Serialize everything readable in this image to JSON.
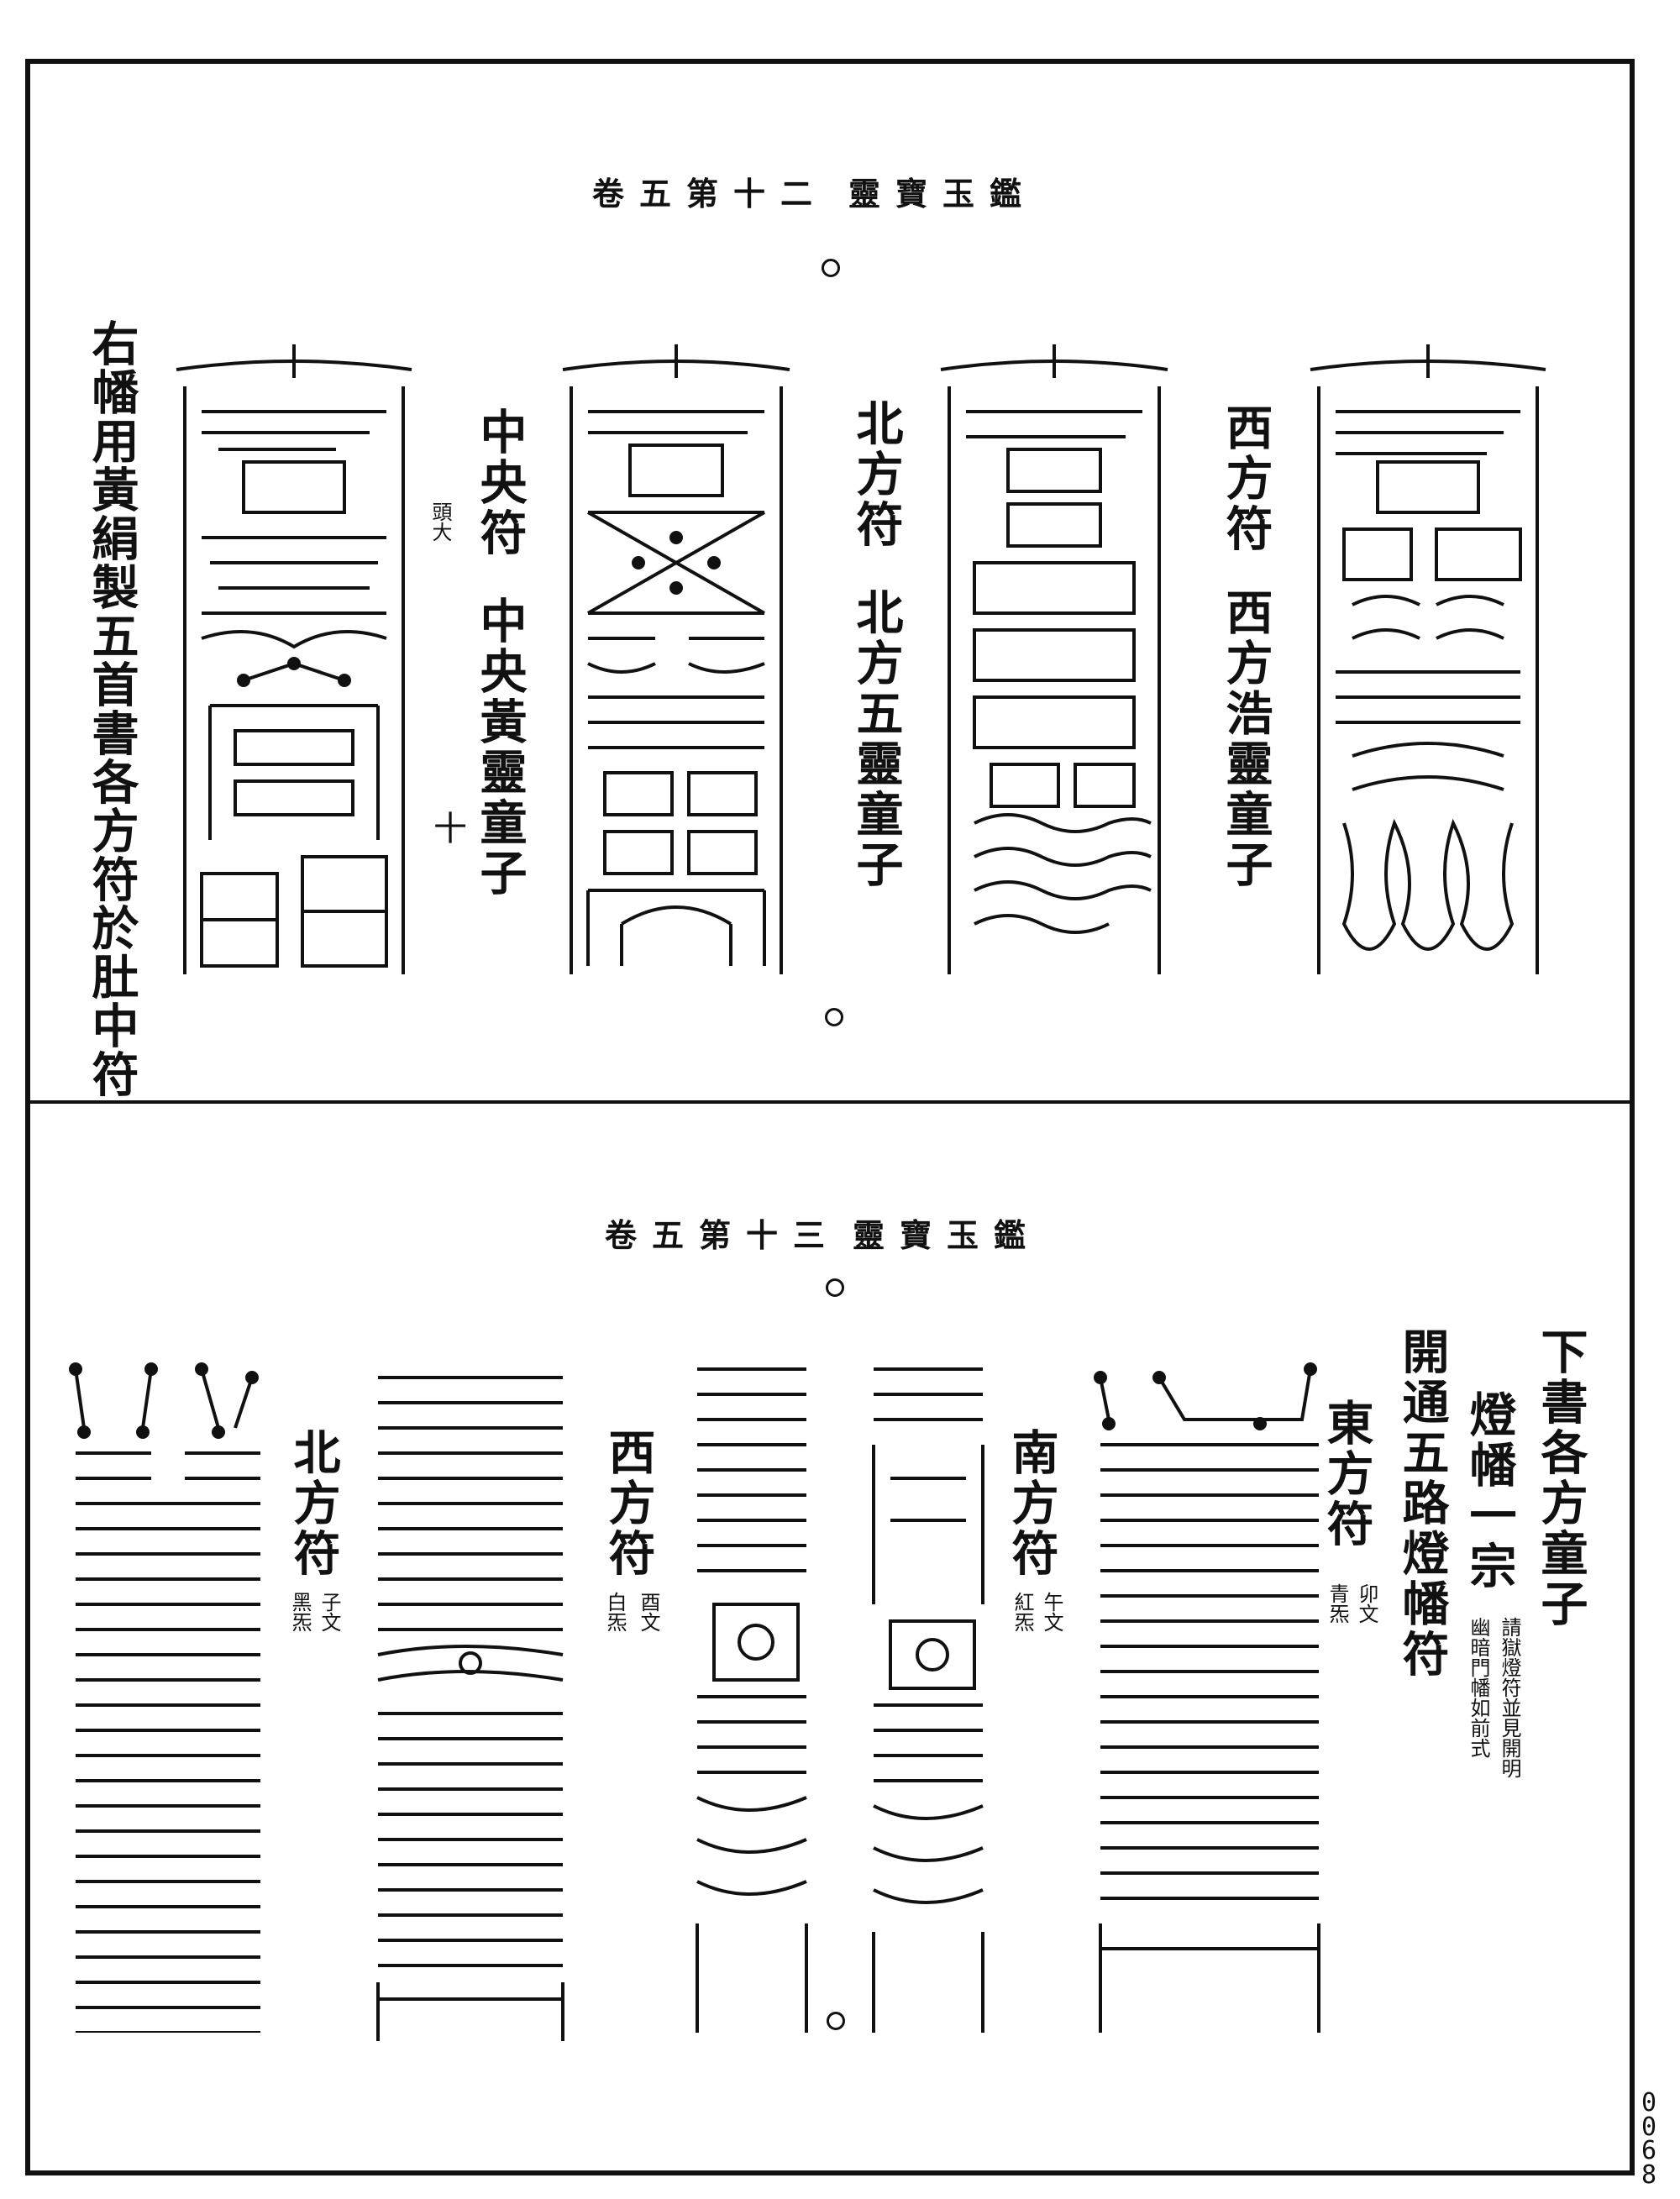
{
  "page_number_digits": [
    "0",
    "0",
    "6",
    "8"
  ],
  "top_panel": {
    "header_title": "靈寶玉鑑",
    "header_volume": "卷五第十二",
    "columns": [
      {
        "text": "右幡用黃絹製五首書各方符於肚中符",
        "size": "big"
      },
      {
        "text": "中央符",
        "size": "big"
      },
      {
        "text": "頭大",
        "size": "small"
      },
      {
        "text": "中央黃靈童子",
        "size": "big"
      },
      {
        "text": "十",
        "size": "mid"
      },
      {
        "text": "北方符",
        "size": "big"
      },
      {
        "text": "北方五靈童子",
        "size": "big"
      },
      {
        "text": "西方符",
        "size": "big"
      },
      {
        "text": "西方浩靈童子",
        "size": "big"
      }
    ]
  },
  "bottom_panel": {
    "header_title": "靈寶玉鑑",
    "header_volume": "卷五第十三",
    "columns": [
      {
        "text": "下書各方童子",
        "size": "big"
      },
      {
        "text": "燈幡一宗",
        "size": "big"
      },
      {
        "text": "請獄燈符並見開明",
        "size": "small"
      },
      {
        "text": "幽暗門幡如前式",
        "size": "small"
      },
      {
        "text": "開通五路燈幡符",
        "size": "big"
      },
      {
        "text": "東方符",
        "size": "big"
      },
      {
        "text": "卯文",
        "size": "small"
      },
      {
        "text": "青炁",
        "size": "small"
      },
      {
        "text": "南方符",
        "size": "big"
      },
      {
        "text": "午文",
        "size": "small"
      },
      {
        "text": "紅炁",
        "size": "small"
      },
      {
        "text": "西方符",
        "size": "big"
      },
      {
        "text": "酉文",
        "size": "small"
      },
      {
        "text": "白炁",
        "size": "small"
      },
      {
        "text": "北方符",
        "size": "big"
      },
      {
        "text": "子文",
        "size": "small"
      },
      {
        "text": "黑炁",
        "size": "small"
      }
    ]
  }
}
